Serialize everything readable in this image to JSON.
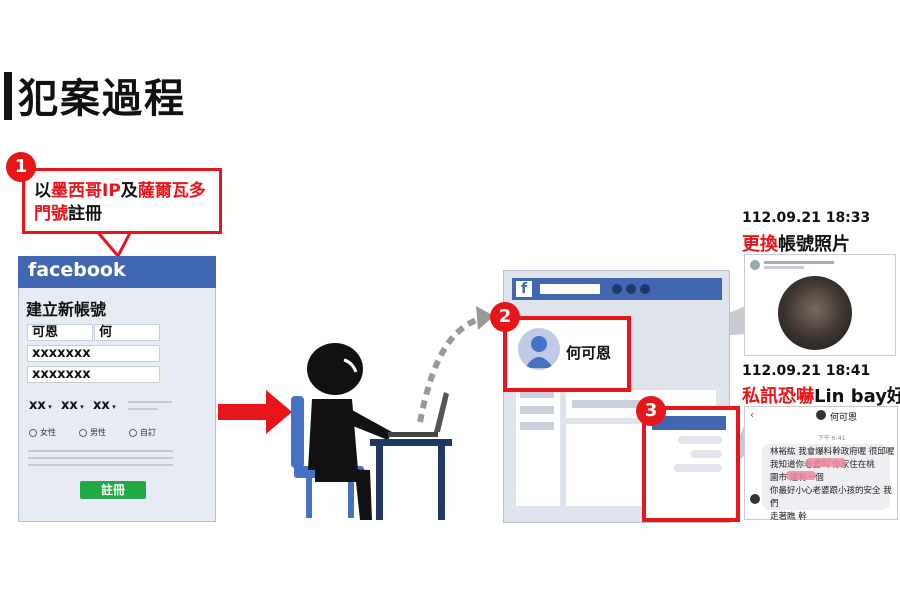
{
  "title": "犯案過程",
  "step1": {
    "number": "1",
    "parts": [
      {
        "text": "以",
        "red": false
      },
      {
        "text": "墨西哥IP",
        "red": true
      },
      {
        "text": "及",
        "red": false
      },
      {
        "text": "薩爾瓦多",
        "red": true
      }
    ],
    "line2_red": "門號",
    "line2_black": "註冊"
  },
  "fb_form": {
    "brand": "facebook",
    "heading": "建立新帳號",
    "first_name": "可恩",
    "last_name": "何",
    "field1": "xxxxxxx",
    "field2": "xxxxxxx",
    "birth": [
      "xx",
      "xx",
      "xx"
    ],
    "genders": [
      "女性",
      "男性",
      "自訂"
    ],
    "submit": "註冊"
  },
  "step2": {
    "number": "2",
    "profile_name": "何可恩"
  },
  "step3": {
    "number": "3"
  },
  "update1": {
    "datetime": "112.09.21 18:33",
    "label_red": "更換",
    "label_black": "帳號照片"
  },
  "update2": {
    "datetime": "112.09.21 18:41",
    "label_red": "私訊恐嚇",
    "label_black": "Lin bay好友"
  },
  "chat": {
    "contact": "何可恩",
    "time": "下午 6:41",
    "lines": [
      "林裕紘 我會爆料幹政府喔 很邱喔",
      "我知道你老婆叫 你家住在桃",
      "園市 還有一個",
      "你最好小心老婆跟小孩的安全 我們",
      "走著瞧 幹"
    ]
  },
  "colors": {
    "red": "#e8151b",
    "fb_blue": "#4267b2",
    "navy": "#1f3864",
    "chair_blue": "#4472c4"
  }
}
